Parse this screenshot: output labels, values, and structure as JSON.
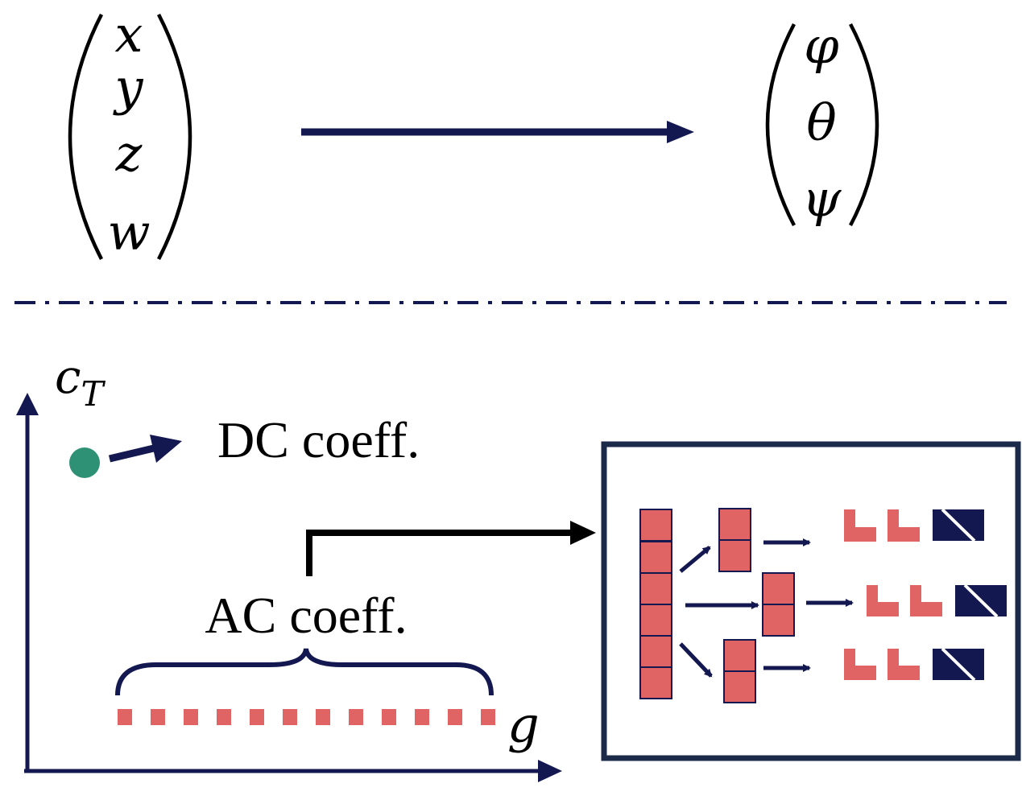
{
  "quaternion": {
    "components": [
      "x",
      "y",
      "z",
      "w"
    ]
  },
  "euler": {
    "components": [
      "φ",
      "θ",
      "ψ"
    ]
  },
  "axes": {
    "y_label_main": "c",
    "y_label_sub": "T",
    "x_label": "g"
  },
  "labels": {
    "dc": "DC coeff.",
    "ac": "AC coeff."
  },
  "colors": {
    "navy": "#141850",
    "salmon": "#e06464",
    "teal": "#2e9175",
    "frame": "#1c2a4a",
    "black": "#000000"
  }
}
